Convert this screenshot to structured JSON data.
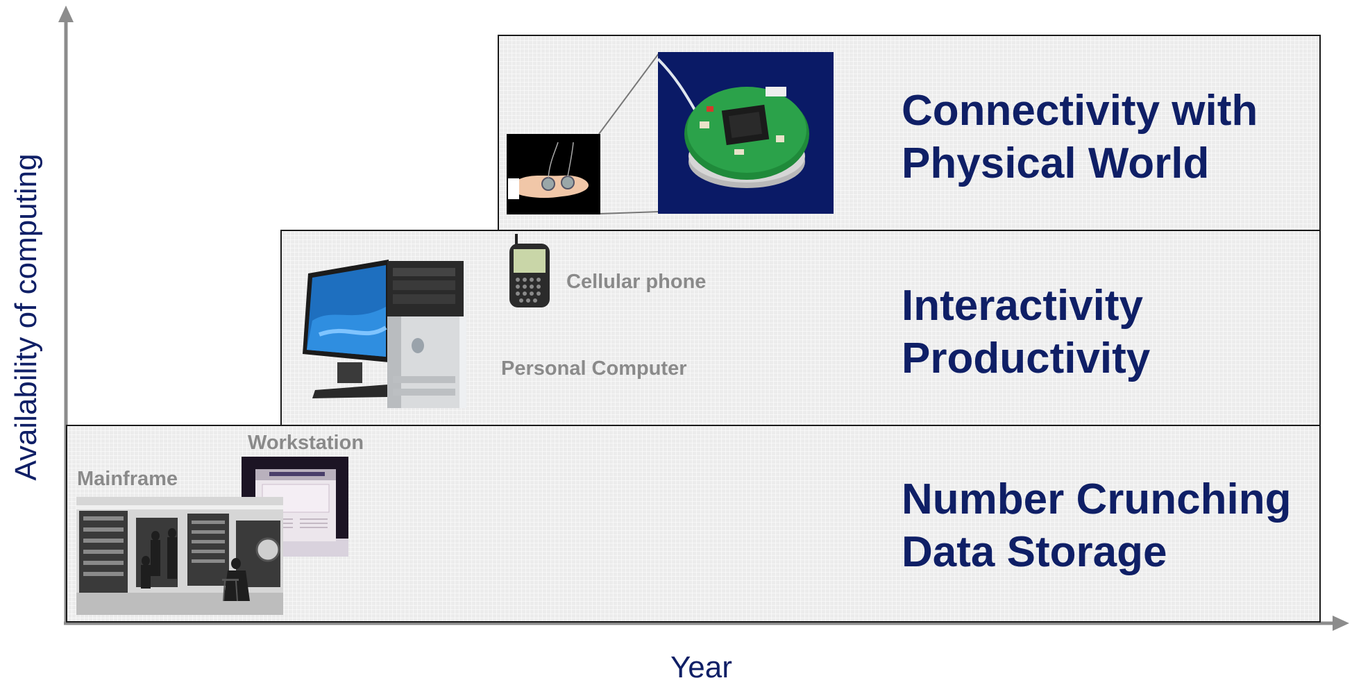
{
  "axes": {
    "x_label": "Year",
    "y_label": "Availability of computing"
  },
  "tiers": [
    {
      "id": "connectivity",
      "line1": "Connectivity with",
      "line2": "Physical World"
    },
    {
      "id": "interactivity",
      "line1": "Interactivity",
      "line2": "Productivity"
    },
    {
      "id": "number-crunching",
      "line1": "Number Crunching",
      "line2": "Data Storage"
    }
  ],
  "devices": {
    "mainframe": "Mainframe",
    "workstation": "Workstation",
    "personal_computer": "Personal Computer",
    "cellular_phone": "Cellular phone"
  },
  "colors": {
    "tier_text": "#0f1f66",
    "device_text": "#8a8a8a",
    "axis": "#8c8c8c",
    "tier_fill": "#ececec",
    "sensor_bg": "#0a1a66"
  }
}
